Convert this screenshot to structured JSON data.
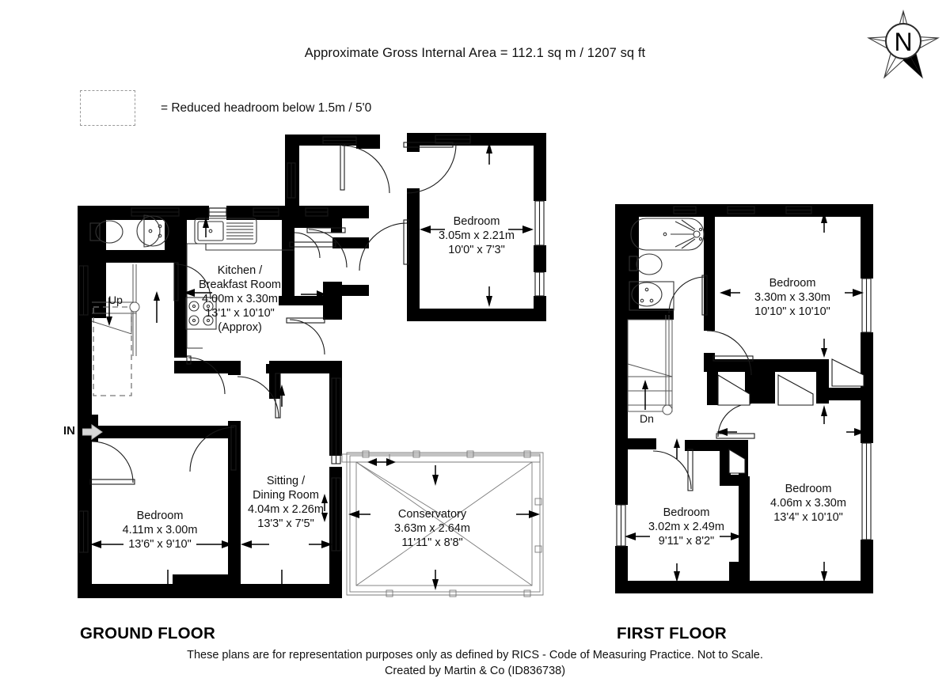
{
  "header": {
    "area_title": "Approximate Gross Internal Area = 112.1 sq m / 1207 sq ft"
  },
  "legend": {
    "swatch_icon": "dashed-rectangle-icon",
    "text": "= Reduced headroom below 1.5m / 5'0"
  },
  "compass": {
    "icon": "compass-north-icon",
    "letter": "N"
  },
  "ground_floor": {
    "label": "GROUND FLOOR",
    "entry_marker": "IN",
    "stair_marker": "Up",
    "rooms": [
      {
        "name": "Kitchen /",
        "name2": "Breakfast Room",
        "metric": "4.00m x 3.30m",
        "imperial": "13'1\" x 10'10\"",
        "note": "(Approx)"
      },
      {
        "name": "Bedroom",
        "metric": "3.05m x 2.21m",
        "imperial": "10'0\" x 7'3\""
      },
      {
        "name": "Bedroom",
        "metric": "4.11m x 3.00m",
        "imperial": "13'6\" x 9'10\""
      },
      {
        "name": "Sitting /",
        "name2": "Dining Room",
        "metric": "4.04m x 2.26m",
        "imperial": "13'3\" x 7'5\""
      },
      {
        "name": "Conservatory",
        "metric": "3.63m x 2.64m",
        "imperial": "11'11\" x 8'8\""
      }
    ]
  },
  "first_floor": {
    "label": "FIRST FLOOR",
    "stair_marker": "Dn",
    "rooms": [
      {
        "name": "Bedroom",
        "metric": "3.30m x 3.30m",
        "imperial": "10'10\" x 10'10\""
      },
      {
        "name": "Bedroom",
        "metric": "4.06m x 3.30m",
        "imperial": "13'4\" x 10'10\""
      },
      {
        "name": "Bedroom",
        "metric": "3.02m x 2.49m",
        "imperial": "9'11\" x 8'2\""
      }
    ]
  },
  "footer": {
    "line1": "These plans are for representation purposes only as defined by RICS - Code of Measuring Practice. Not to Scale.",
    "line2": "Created by Martin & Co (ID836738)"
  },
  "colors": {
    "wall": "#000000",
    "text": "#111111",
    "legend_dash": "#999999",
    "conservatory_line": "#7a7a7a"
  }
}
